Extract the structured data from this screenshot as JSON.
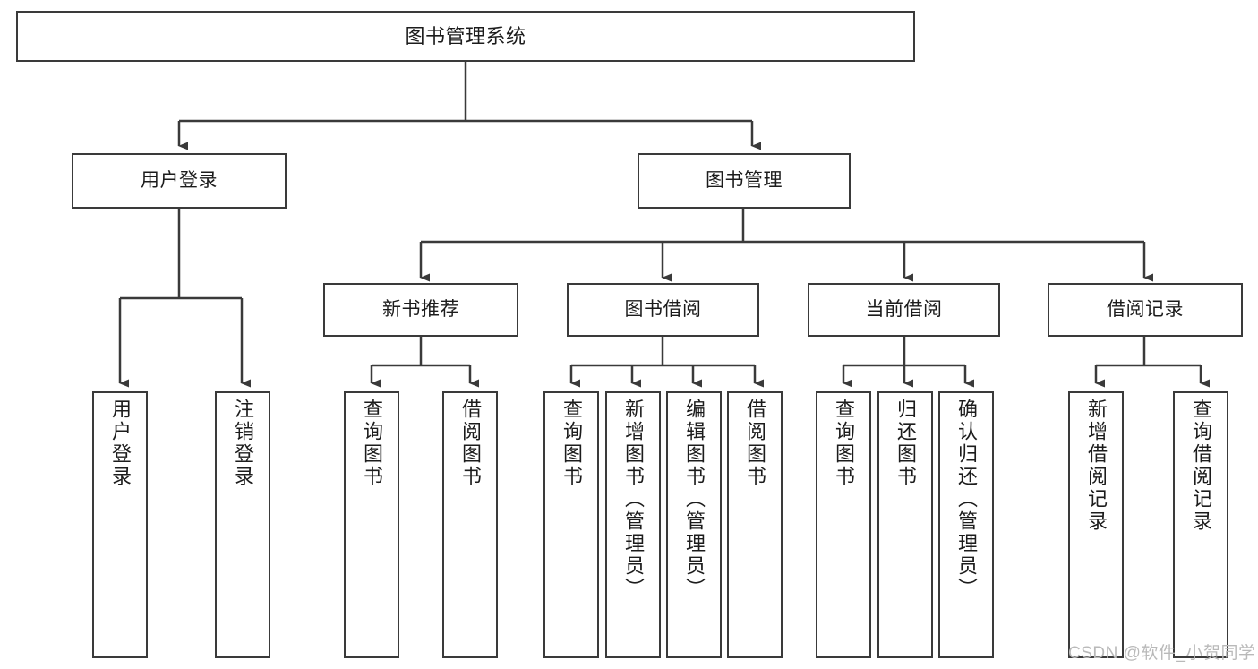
{
  "diagram": {
    "title": "图书管理系统",
    "type": "tree-hierarchy-diagram",
    "stroke_color": "#3a3a3a",
    "fill_color": "#ffffff",
    "text_color": "#1c1c1c",
    "watermark": "CSDN @软件_小贺同学",
    "root": {
      "label": "图书管理系统"
    },
    "level2": [
      {
        "label": "用户登录"
      },
      {
        "label": "图书管理"
      }
    ],
    "level3": [
      {
        "label": "新书推荐"
      },
      {
        "label": "图书借阅"
      },
      {
        "label": "当前借阅"
      },
      {
        "label": "借阅记录"
      }
    ],
    "leaves": {
      "user_login": [
        {
          "label": "用户登录"
        },
        {
          "label": "注销登录"
        }
      ],
      "new_book_recommend": [
        {
          "label": "查询图书"
        },
        {
          "label": "借阅图书"
        }
      ],
      "book_borrow": [
        {
          "label": "查询图书"
        },
        {
          "label": "新增图书（管理员）"
        },
        {
          "label": "编辑图书（管理员）"
        },
        {
          "label": "借阅图书"
        }
      ],
      "current_borrow": [
        {
          "label": "查询图书"
        },
        {
          "label": "归还图书"
        },
        {
          "label": "确认归还（管理员）"
        }
      ],
      "borrow_record": [
        {
          "label": "新增借阅记录"
        },
        {
          "label": "查询借阅记录"
        }
      ]
    }
  }
}
